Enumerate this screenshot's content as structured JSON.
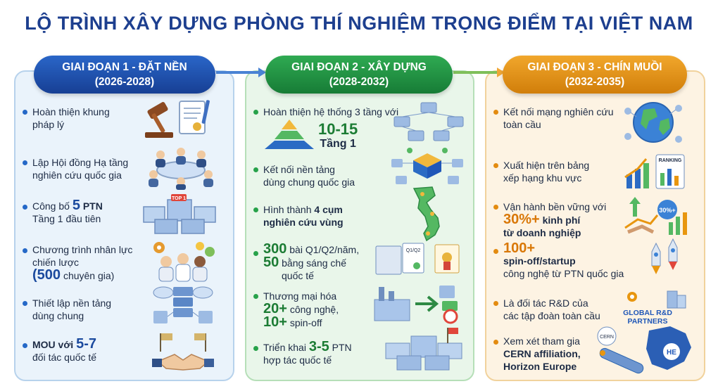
{
  "title": "LỘ TRÌNH XÂY DỰNG PHÒNG THÍ NGHIỆM TRỌNG ĐIỂM TẠI VIỆT NAM",
  "colors": {
    "phase1": "#1f57b8",
    "phase2": "#22963f",
    "phase3": "#e8960f",
    "title": "#1d3f8f"
  },
  "phase1": {
    "name": "GIAI ĐOẠN 1 - ĐẶT NỀN",
    "years": "(2026-2028)",
    "items": {
      "legal": {
        "line1": "Hoàn thiện khung",
        "line2": "pháp lý",
        "icon": "gavel-document-icon"
      },
      "council": {
        "line1": "Lập Hội đồng Hạ tầng",
        "line2": "nghiên cứu quốc gia",
        "icon": "meeting-table-icon"
      },
      "labs": {
        "pre": "Công bố",
        "num": "5",
        "post": "PTN",
        "line2": "Tầng 1 đầu tiên",
        "icon": "lab-buildings-icon",
        "sign": "TOP 1"
      },
      "hr": {
        "line1": "Chương trình nhân lực",
        "line2": "chiến lược",
        "open": "(",
        "num": "500",
        "post": "chuyên gia)",
        "icon": "experts-gears-icon"
      },
      "platform": {
        "line1": "Thiết lập nền tảng",
        "line2": "dùng chung",
        "icon": "cloud-servers-icon"
      },
      "mou": {
        "pre": "MOU với",
        "num": "5-7",
        "line2": "đối tác quốc tế",
        "icon": "handshake-flags-icon"
      }
    }
  },
  "phase2": {
    "name": "GIAI ĐOẠN 2 - XÂY DỰNG",
    "years": "(2028-2032)",
    "items": {
      "tiers": {
        "line1": "Hoàn thiện hệ thống 3 tầng với",
        "num": "10-15",
        "line2": "Tầng 1",
        "icon": "pyramid-icon"
      },
      "connect": {
        "line1": "Kết nối nền tảng",
        "line2": "dùng chung quốc gia",
        "icon": "network-cube-icon"
      },
      "clusters": {
        "pre": "Hình thành",
        "num": "4 cụm",
        "line2": "nghiên cứu vùng",
        "icon": "vietnam-map-icon"
      },
      "pubs": {
        "num1": "300",
        "text1": "bài Q1/Q2/năm,",
        "num2": "50",
        "text2": "bằng sáng chế",
        "line3": "quốc tế",
        "icon": "papers-certificate-icon",
        "paper_label": "Q1/Q2"
      },
      "commercial": {
        "line1": "Thương mại hóa",
        "num1": "20+",
        "text1": "công nghệ,",
        "num2": "10+",
        "text2": "spin-off",
        "icon": "factory-products-icon"
      },
      "intl_labs": {
        "pre": "Triển khai",
        "num": "3-5",
        "post": "PTN",
        "line2": "hợp tác quốc tế",
        "icon": "campus-icon"
      }
    }
  },
  "phase3": {
    "name": "GIAI ĐOẠN 3 - CHÍN MUỒI",
    "years": "(2032-2035)",
    "items": {
      "global": {
        "line1": "Kết nối mạng nghiên cứu",
        "line2": "toàn cầu",
        "icon": "globe-network-icon"
      },
      "ranking": {
        "line1": "Xuất hiện trên bảng",
        "line2": "xếp hạng khu vực",
        "icon": "ranking-chart-icon",
        "badge": "RANKING"
      },
      "sustain": {
        "line1": "Vận hành bền vững với",
        "num": "30%+",
        "text": "kinh phí",
        "line3": "từ doanh nghiệp",
        "icon": "growth-handshake-icon",
        "badge": "30%+"
      },
      "spinoff": {
        "num": "100+",
        "line2": "spin-off/startup",
        "line3": "công nghệ từ PTN quốc gia",
        "icon": "rockets-icon"
      },
      "rd": {
        "line1": "Là đối tác R&D của",
        "line2": "các tập đoàn toàn cầu",
        "icon": "global-partners-icon",
        "logo": "GLOBAL R&D",
        "logo2": "PARTNERS"
      },
      "cern": {
        "line1": "Xem xét tham gia",
        "line2": "CERN affiliation,",
        "line3": "Horizon Europe",
        "icon": "accelerator-europe-icon",
        "cern_label": "CERN",
        "he_label": "HE"
      }
    }
  }
}
